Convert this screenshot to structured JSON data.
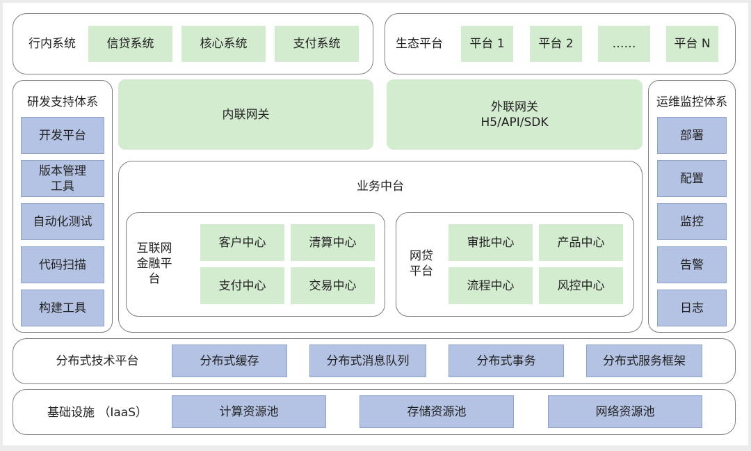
{
  "top_left": {
    "title": "行内系统",
    "items": [
      "信贷系统",
      "核心系统",
      "支付系统"
    ]
  },
  "top_right": {
    "title": "生态平台",
    "items": [
      "平台 1",
      "平台 2",
      "……",
      "平台 N"
    ]
  },
  "rd_system": {
    "title": "研发支持体系",
    "items": [
      "开发平台",
      "版本管理工具",
      "自动化测试",
      "代码扫描",
      "构建工具"
    ]
  },
  "ops_system": {
    "title": "运维监控体系",
    "items": [
      "部署",
      "配置",
      "监控",
      "告警",
      "日志"
    ]
  },
  "gateways": {
    "internal": "内联网关",
    "external_line1": "外联网关",
    "external_line2": "H5/API/SDK"
  },
  "business_center": {
    "title": "业务中台",
    "internet_finance": {
      "title": "互联网金融平台",
      "items": [
        "客户中心",
        "清算中心",
        "支付中心",
        "交易中心"
      ]
    },
    "online_loan": {
      "title": "网贷平台",
      "items": [
        "审批中心",
        "产品中心",
        "流程中心",
        "风控中心"
      ]
    }
  },
  "distributed": {
    "title": "分布式技术平台",
    "items": [
      "分布式缓存",
      "分布式消息队列",
      "分布式事务",
      "分布式服务框架"
    ]
  },
  "infrastructure": {
    "title": "基础设施 （IaaS）",
    "items": [
      "计算资源池",
      "存储资源池",
      "网络资源池"
    ]
  }
}
